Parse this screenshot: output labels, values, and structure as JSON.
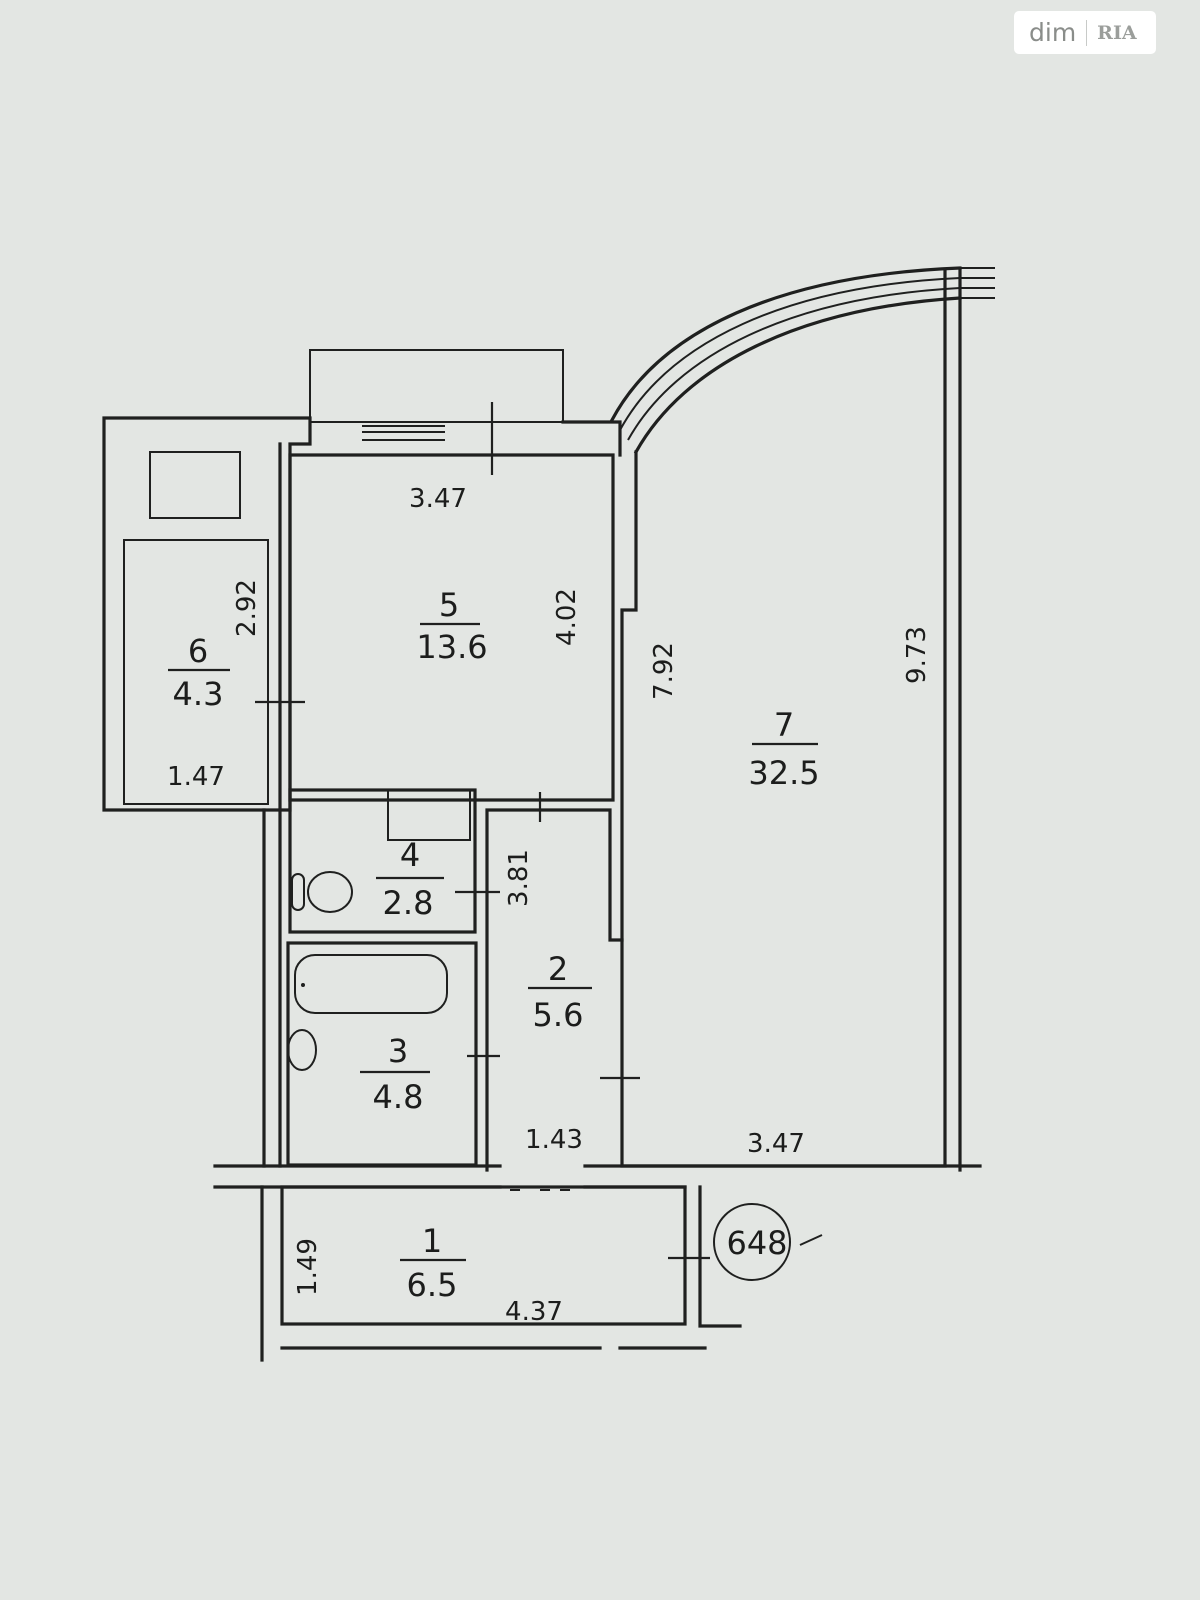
{
  "watermark": {
    "brand": "dim",
    "logo": "RIA"
  },
  "rooms": [
    {
      "id": "1",
      "number": "1",
      "area": "6.5"
    },
    {
      "id": "2",
      "number": "2",
      "area": "5.6"
    },
    {
      "id": "3",
      "number": "3",
      "area": "4.8"
    },
    {
      "id": "4",
      "number": "4",
      "area": "2.8"
    },
    {
      "id": "5",
      "number": "5",
      "area": "13.6"
    },
    {
      "id": "6",
      "number": "6",
      "area": "4.3"
    },
    {
      "id": "7",
      "number": "7",
      "area": "32.5"
    }
  ],
  "dimensions": {
    "room5_width": "3.47",
    "room5_depth": "4.02",
    "room6_depth": "2.92",
    "room6_width": "1.47",
    "room7_inner": "7.92",
    "room7_outer": "9.73",
    "room7_width": "3.47",
    "room2_depth": "3.81",
    "room2_width": "1.43",
    "room1_depth": "1.49",
    "room1_width": "4.37"
  },
  "entrance_number": "648"
}
